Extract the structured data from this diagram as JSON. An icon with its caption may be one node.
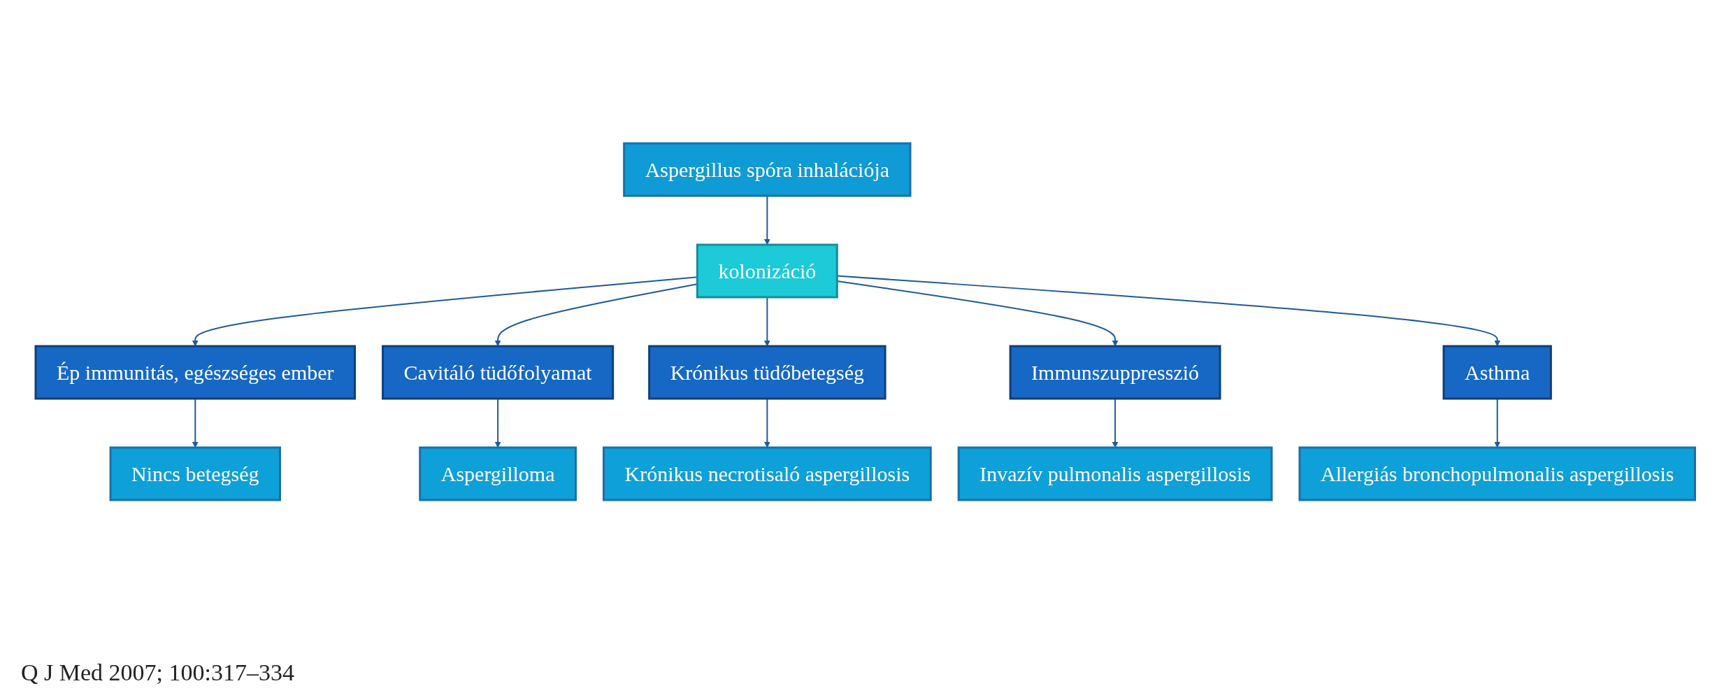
{
  "diagram": {
    "nodes": [
      {
        "text": [
          "Aspergillus spóra inhalációja"
        ]
      },
      {
        "text": [
          "kolonizáció"
        ]
      },
      {
        "text": [
          "Ép immunitás, egészséges ember"
        ]
      },
      {
        "text": [
          "Cavitáló tüdőfolyamat"
        ]
      },
      {
        "text": [
          "Krónikus tüdőbetegség"
        ]
      },
      {
        "text": [
          "Immunszuppresszió"
        ]
      },
      {
        "text": [
          "Asthma"
        ]
      },
      {
        "text": [
          "Nincs betegség"
        ]
      },
      {
        "text": [
          "Aspergilloma"
        ]
      },
      {
        "text": [
          "Krónikus necrotisaló aspergillosis"
        ]
      },
      {
        "text": [
          "Invazív pulmonalis aspergillosis"
        ]
      },
      {
        "text": [
          "Allergiás bronchopulmonalis aspergillosis"
        ]
      }
    ],
    "edges": [
      {
        "from": 0,
        "to": 1,
        "arrow": "to"
      },
      {
        "from": 1,
        "to": 2,
        "arrow": "to"
      },
      {
        "from": 1,
        "to": 3,
        "arrow": "to"
      },
      {
        "from": 1,
        "to": 4,
        "arrow": "to"
      },
      {
        "from": 1,
        "to": 5,
        "arrow": "to"
      },
      {
        "from": 1,
        "to": 6,
        "arrow": "to"
      },
      {
        "from": 2,
        "to": 7,
        "arrow": "to"
      },
      {
        "from": 3,
        "to": 8,
        "arrow": "to"
      },
      {
        "from": 4,
        "to": 9,
        "arrow": "to"
      },
      {
        "from": 5,
        "to": 10,
        "arrow": "to"
      },
      {
        "from": 6,
        "to": 11,
        "arrow": "to"
      }
    ],
    "labels": [
      "Q J Med 2007; 100:317–334"
    ]
  }
}
